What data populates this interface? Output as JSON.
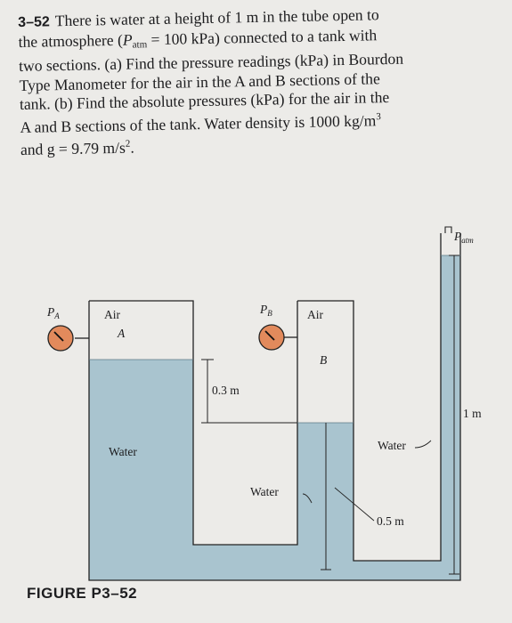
{
  "problem": {
    "number": "3–52",
    "line1": "There is water at a height of 1 m in the tube open to",
    "line2a": "the atmosphere (",
    "patm_sym": "P",
    "patm_sub": "atm",
    "line2b": " = 100 kPa) connected to a tank with",
    "line3": "two sections. (a) Find the pressure readings (kPa) in Bourdon",
    "line4": "Type Manometer for the air in the A and B sections of the",
    "line5": "tank. (b) Find the absolute pressures (kPa) for the air in the",
    "line6": "A and B sections of the tank. Water density is 1000 kg/m",
    "line6_sup": "3",
    "line7a": "and g = 9.79 m/s",
    "line7_sup": "2",
    "line7b": "."
  },
  "figure": {
    "caption": "FIGURE P3–52",
    "labels": {
      "pa": "P",
      "pa_sub": "A",
      "pb": "P",
      "pb_sub": "B",
      "patm": "P",
      "patm_sub": "atm",
      "air_a": "Air",
      "a": "A",
      "air_b": "Air",
      "b": "B",
      "water_left": "Water",
      "water_mid": "Water",
      "water_right": "Water",
      "dim_03": "0.3 m",
      "dim_05": "0.5 m",
      "dim_1": "1 m"
    },
    "colors": {
      "water": "#a9c4cf",
      "gauge": "#e28a5c",
      "outline": "#222222"
    }
  }
}
